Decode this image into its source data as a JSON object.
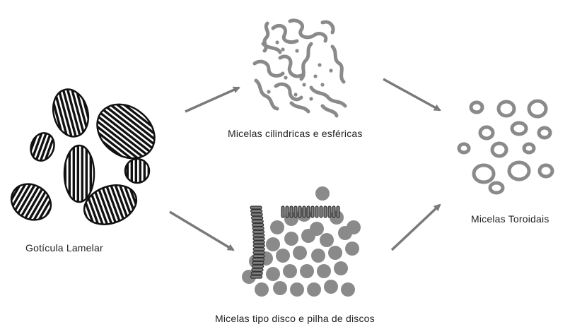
{
  "labels": {
    "lamellar": "Gotícula Lamelar",
    "cylindrical": "Micelas cilindricas e esféricas",
    "disc": "Micelas tipo disco e pilha de discos",
    "toroidal": "Micelas Toroidais"
  },
  "colors": {
    "ink": "#111111",
    "gray": "#8a8a8a",
    "arrow": "#7a7a7a",
    "background": "#ffffff"
  },
  "icons": {
    "arrow": "arrow-icon"
  }
}
